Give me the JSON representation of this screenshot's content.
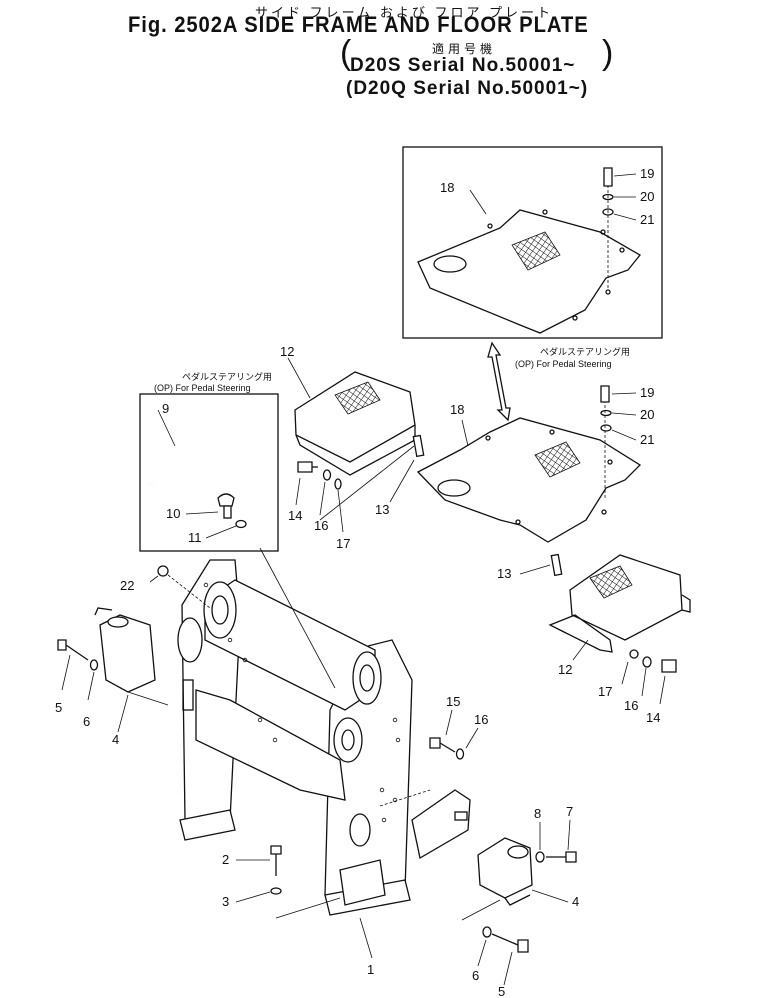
{
  "header": {
    "title_ja": "サイド フレーム および フロア プレート",
    "title_main": "Fig. 2502A SIDE FRAME AND FLOOR PLATE",
    "applicable_label": "適用号機",
    "paren_open": "(",
    "paren_close": ")",
    "serial_1": "D20S  Serial No.50001~",
    "serial_2": "(D20Q  Serial No.50001~)"
  },
  "notes": {
    "pedal_left_ja": "ペダルステアリング用",
    "pedal_left_en": "(OP) For Pedal Steering",
    "pedal_right_ja": "ペダルステアリング用",
    "pedal_right_en": "(OP) For Pedal Steering"
  },
  "callouts": {
    "c1": "1",
    "c2": "2",
    "c3": "3",
    "c4a": "4",
    "c4b": "4",
    "c5a": "5",
    "c5b": "5",
    "c6a": "6",
    "c6b": "6",
    "c7": "7",
    "c8": "8",
    "c9": "9",
    "c10": "10",
    "c11": "11",
    "c12a": "12",
    "c12b": "12",
    "c13a": "13",
    "c13b": "13",
    "c14a": "14",
    "c14b": "14",
    "c15": "15",
    "c16a": "16",
    "c16b": "16",
    "c16c": "16",
    "c17a": "17",
    "c17b": "17",
    "c18a": "18",
    "c18b": "18",
    "c19a": "19",
    "c19b": "19",
    "c20a": "20",
    "c20b": "20",
    "c21a": "21",
    "c21b": "21",
    "c22": "22"
  }
}
